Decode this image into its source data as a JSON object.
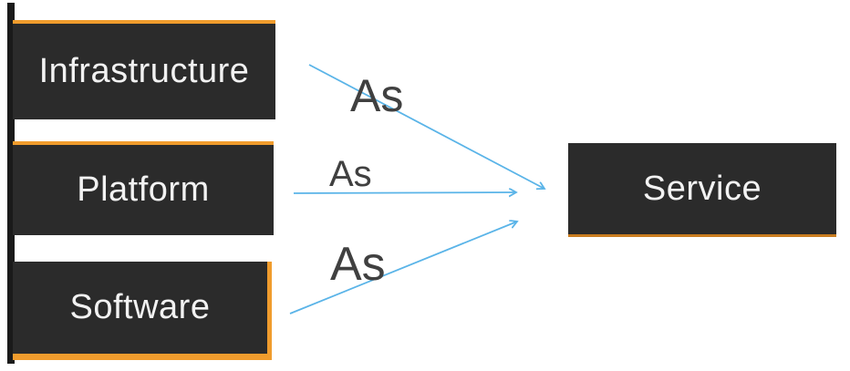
{
  "diagram": {
    "title": "as-a-service concept diagram",
    "boxes": [
      {
        "id": "infrastructure",
        "label": "Infrastructure"
      },
      {
        "id": "platform",
        "label": "Platform"
      },
      {
        "id": "software",
        "label": "Software"
      },
      {
        "id": "service",
        "label": "Service"
      }
    ],
    "connectors": [
      {
        "from": "infrastructure",
        "to": "service",
        "label": "As"
      },
      {
        "from": "platform",
        "to": "service",
        "label": "As"
      },
      {
        "from": "software",
        "to": "service",
        "label": "As"
      }
    ],
    "colors": {
      "box_fill": "#2b2b2b",
      "box_text": "#f2f2f2",
      "accent_orange": "#f09c2d",
      "accent_orange_dark": "#c97d20",
      "arrow_blue": "#5ab4e8",
      "label_gray": "#404040",
      "side_bar": "#1a1a1a",
      "background": "#ffffff"
    }
  }
}
